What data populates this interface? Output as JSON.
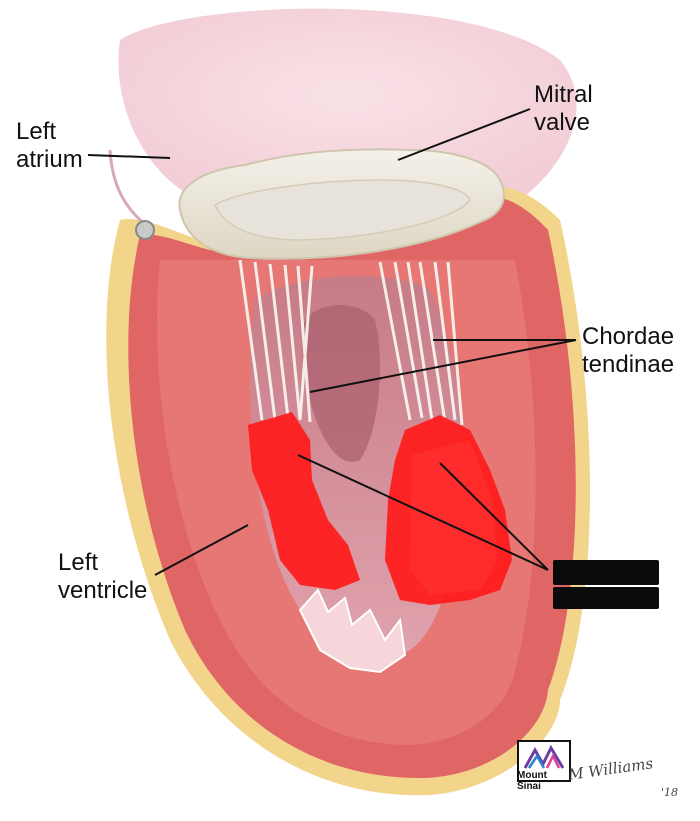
{
  "labels": {
    "left_atrium": [
      "Left",
      "atrium"
    ],
    "mitral_valve": [
      "Mitral",
      "valve"
    ],
    "chordae_tendinae": [
      "Chordae",
      "tendinae"
    ],
    "left_ventricle": [
      "Left",
      "ventricle"
    ]
  },
  "logo": {
    "lines": [
      "Mount",
      "Sinai"
    ],
    "signature": "M Williams",
    "signature_year": "'18"
  },
  "colors": {
    "myocardium": "#e06565",
    "papillary_muscle": "#ff1a1a",
    "valve_ring": "#efe9da",
    "atrium": "#f3c9d2",
    "epicardium": "#f2d58a",
    "redaction": "#0b0b0b"
  }
}
